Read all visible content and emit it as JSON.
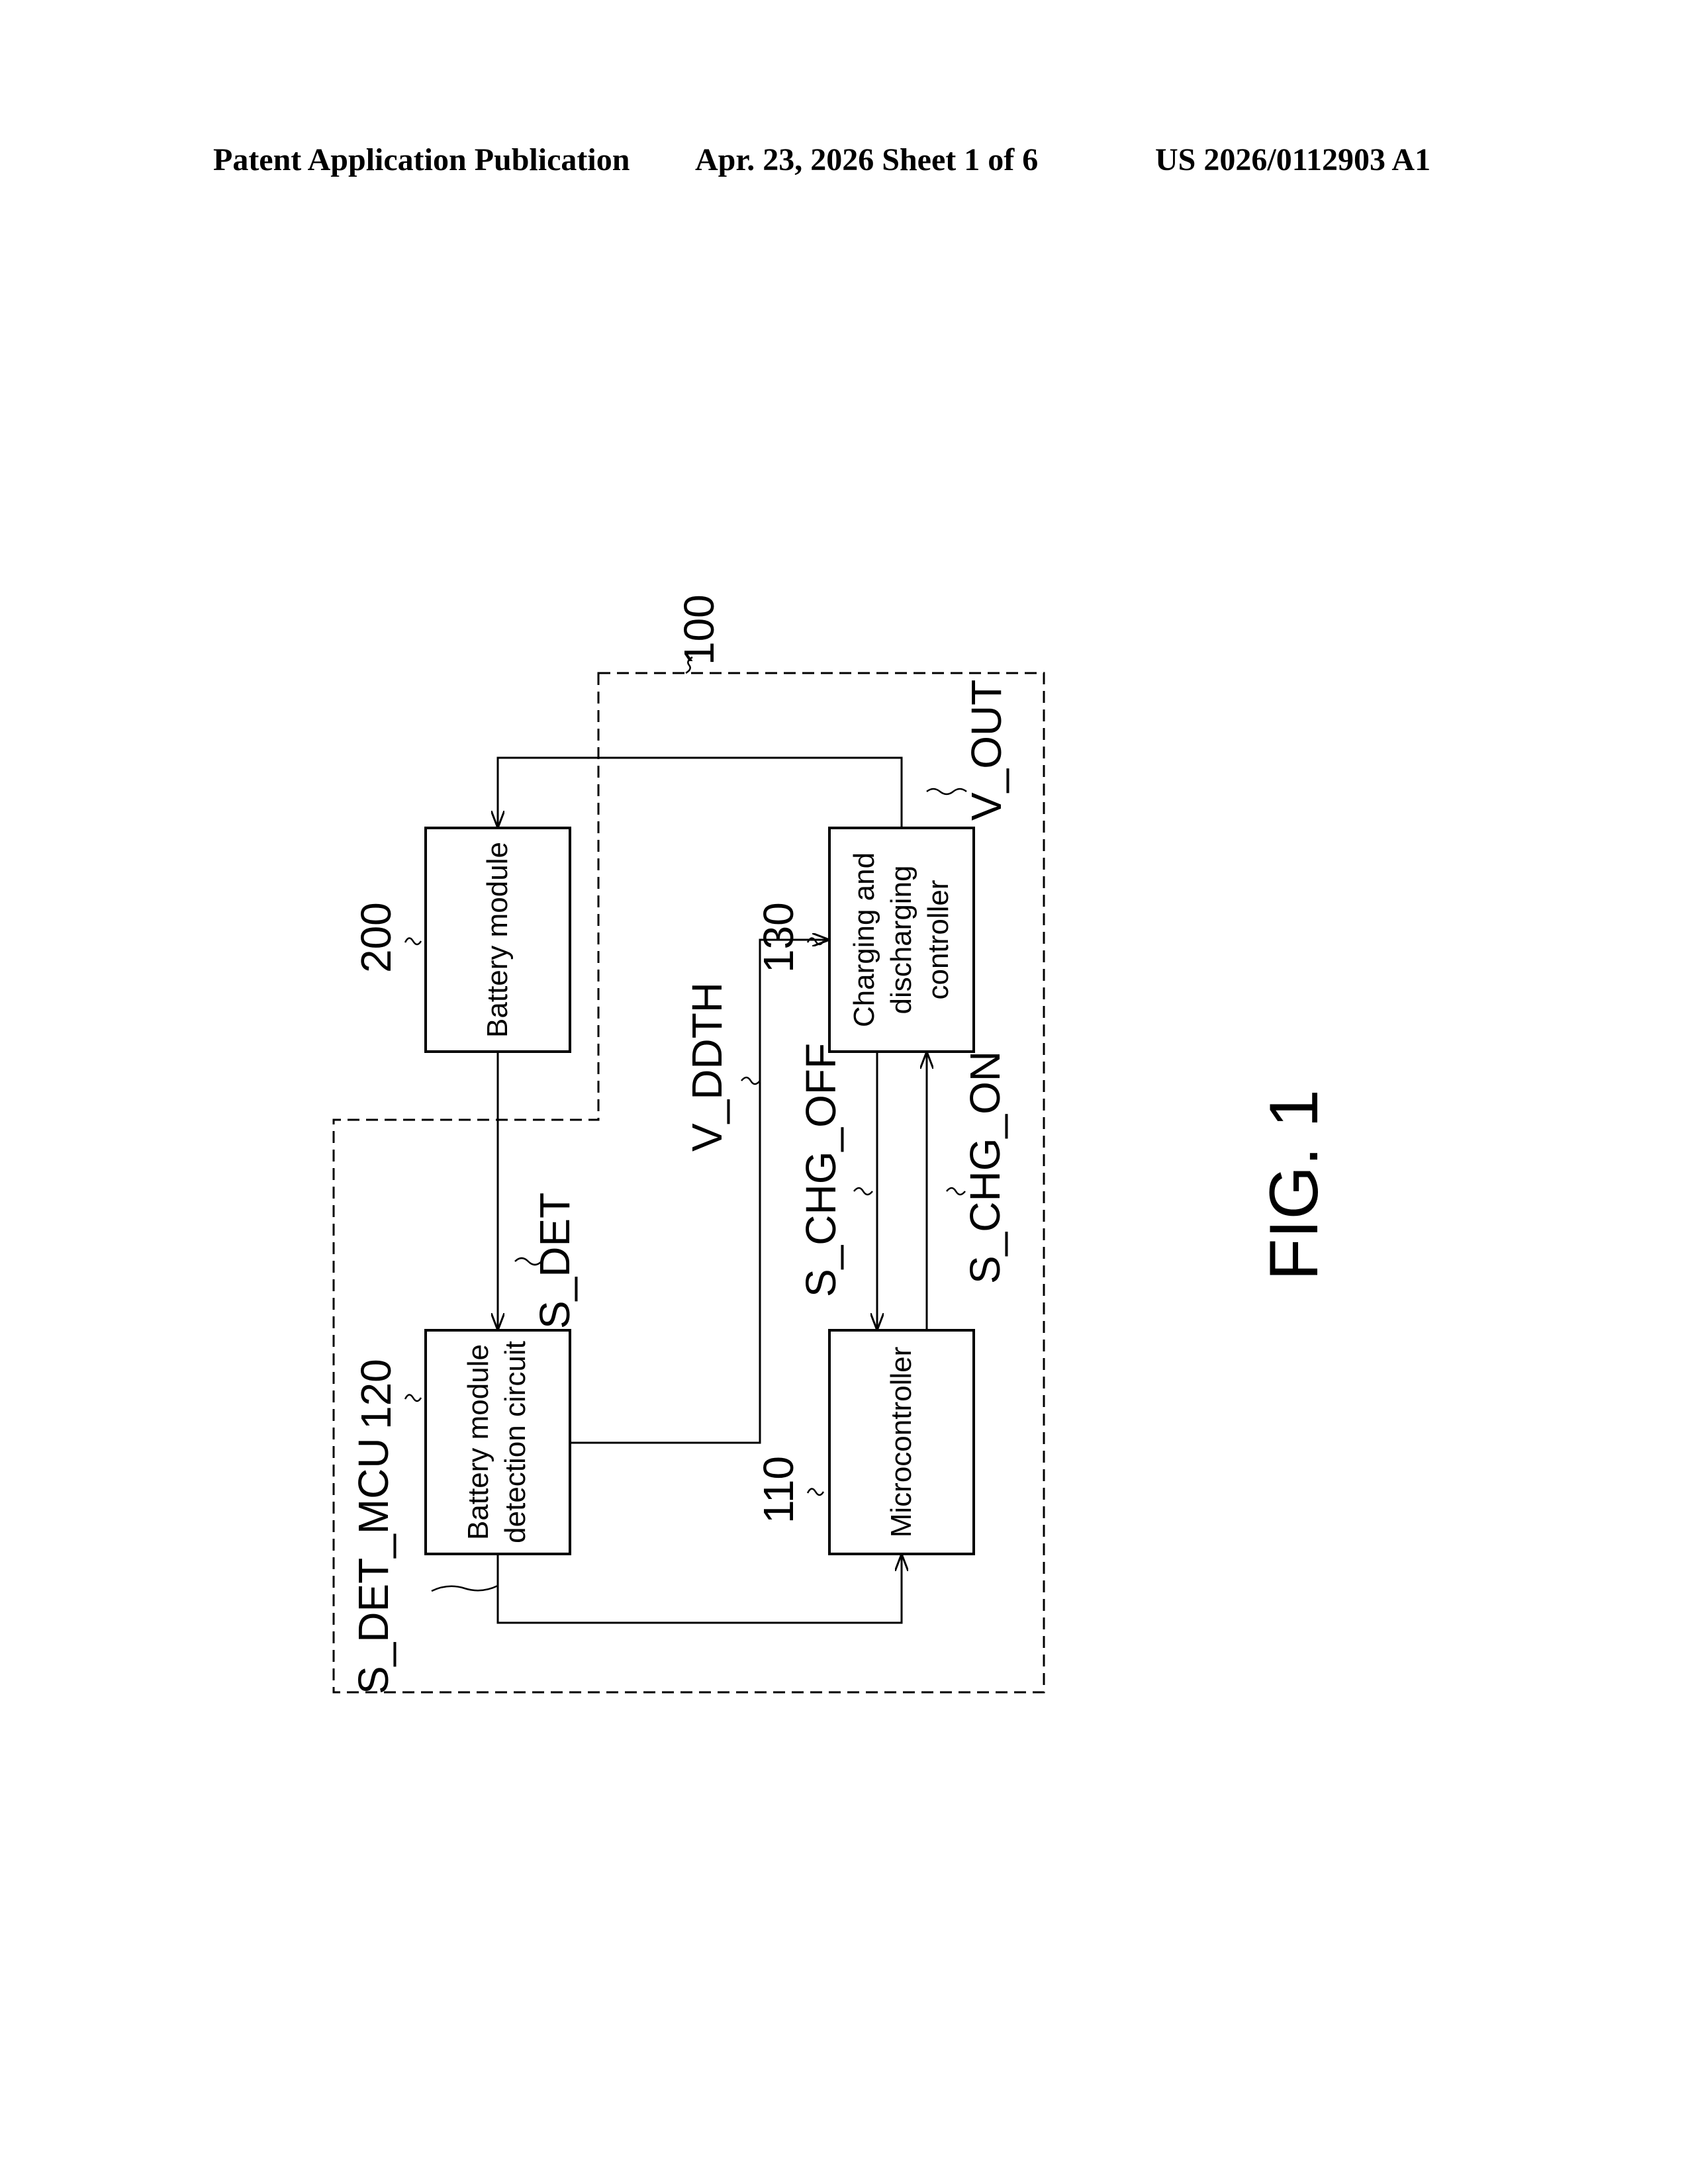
{
  "header": {
    "publication": "Patent Application Publication",
    "date_sheet": "Apr. 23, 2026  Sheet 1 of 6",
    "number": "US 2026/0112903 A1"
  },
  "figure": {
    "caption": "FIG. 1"
  },
  "refs": {
    "system": "100",
    "battery_module": "200",
    "detection_circuit": "120",
    "microcontroller": "110",
    "controller": "130"
  },
  "blocks": {
    "battery_module": {
      "line1": "Battery module"
    },
    "detection_circuit": {
      "line1": "Battery module",
      "line2": "detection circuit"
    },
    "microcontroller": {
      "line1": "Microcontroller"
    },
    "controller": {
      "line1": "Charging and",
      "line2": "discharging",
      "line3": "controller"
    }
  },
  "signals": {
    "s_det": "S_DET",
    "s_det_mcu": "S_DET_MCU",
    "v_ddth": "V_DDTH",
    "s_chg_off": "S_CHG_OFF",
    "s_chg_on": "S_CHG_ON",
    "v_out": "V_OUT"
  }
}
